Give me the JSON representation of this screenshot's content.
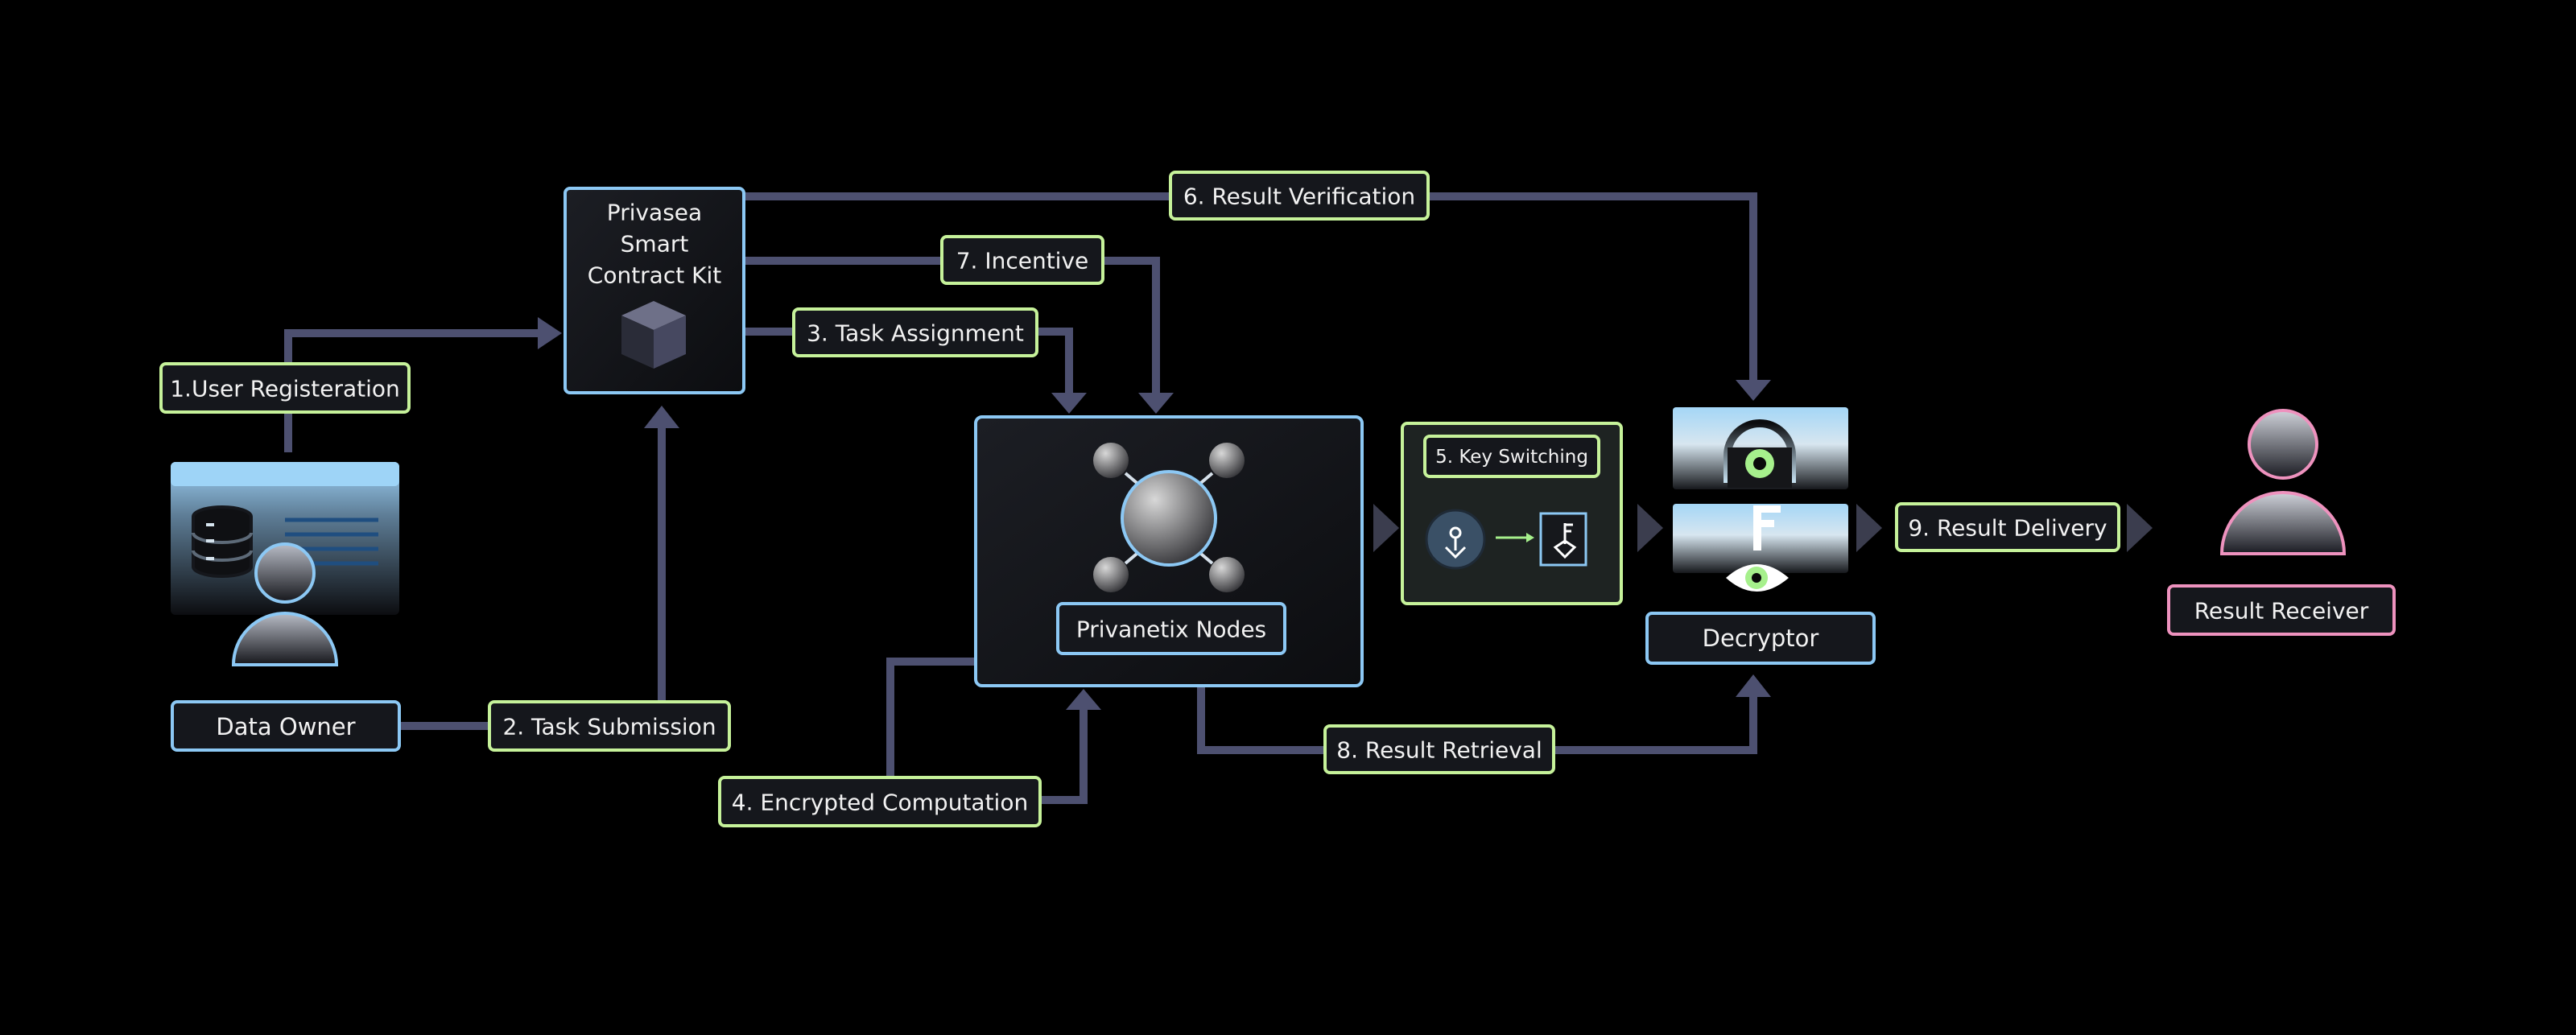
{
  "nodes": {
    "data_owner": "Data Owner",
    "smart_contract": [
      "Privasea",
      "Smart",
      "Contract Kit"
    ],
    "privanetix": "Privanetix Nodes",
    "key_switching": "5. Key Switching",
    "decryptor": "Decryptor",
    "result_receiver": "Result Receiver"
  },
  "steps": {
    "s1": "1.User Registeration",
    "s2": "2. Task Submission",
    "s3": "3. Task Assignment",
    "s4": "4. Encrypted Computation",
    "s6": "6. Result Verification",
    "s7": "7. Incentive",
    "s8": "8. Result Retrieval",
    "s9": "9. Result Delivery"
  },
  "colors": {
    "background": "#000000",
    "connector": "#4d5070",
    "step_border": "#c6f29a",
    "node_border": "#8cc8f4",
    "receiver_border": "#ee92be",
    "eye_green": "#a6f08c"
  }
}
